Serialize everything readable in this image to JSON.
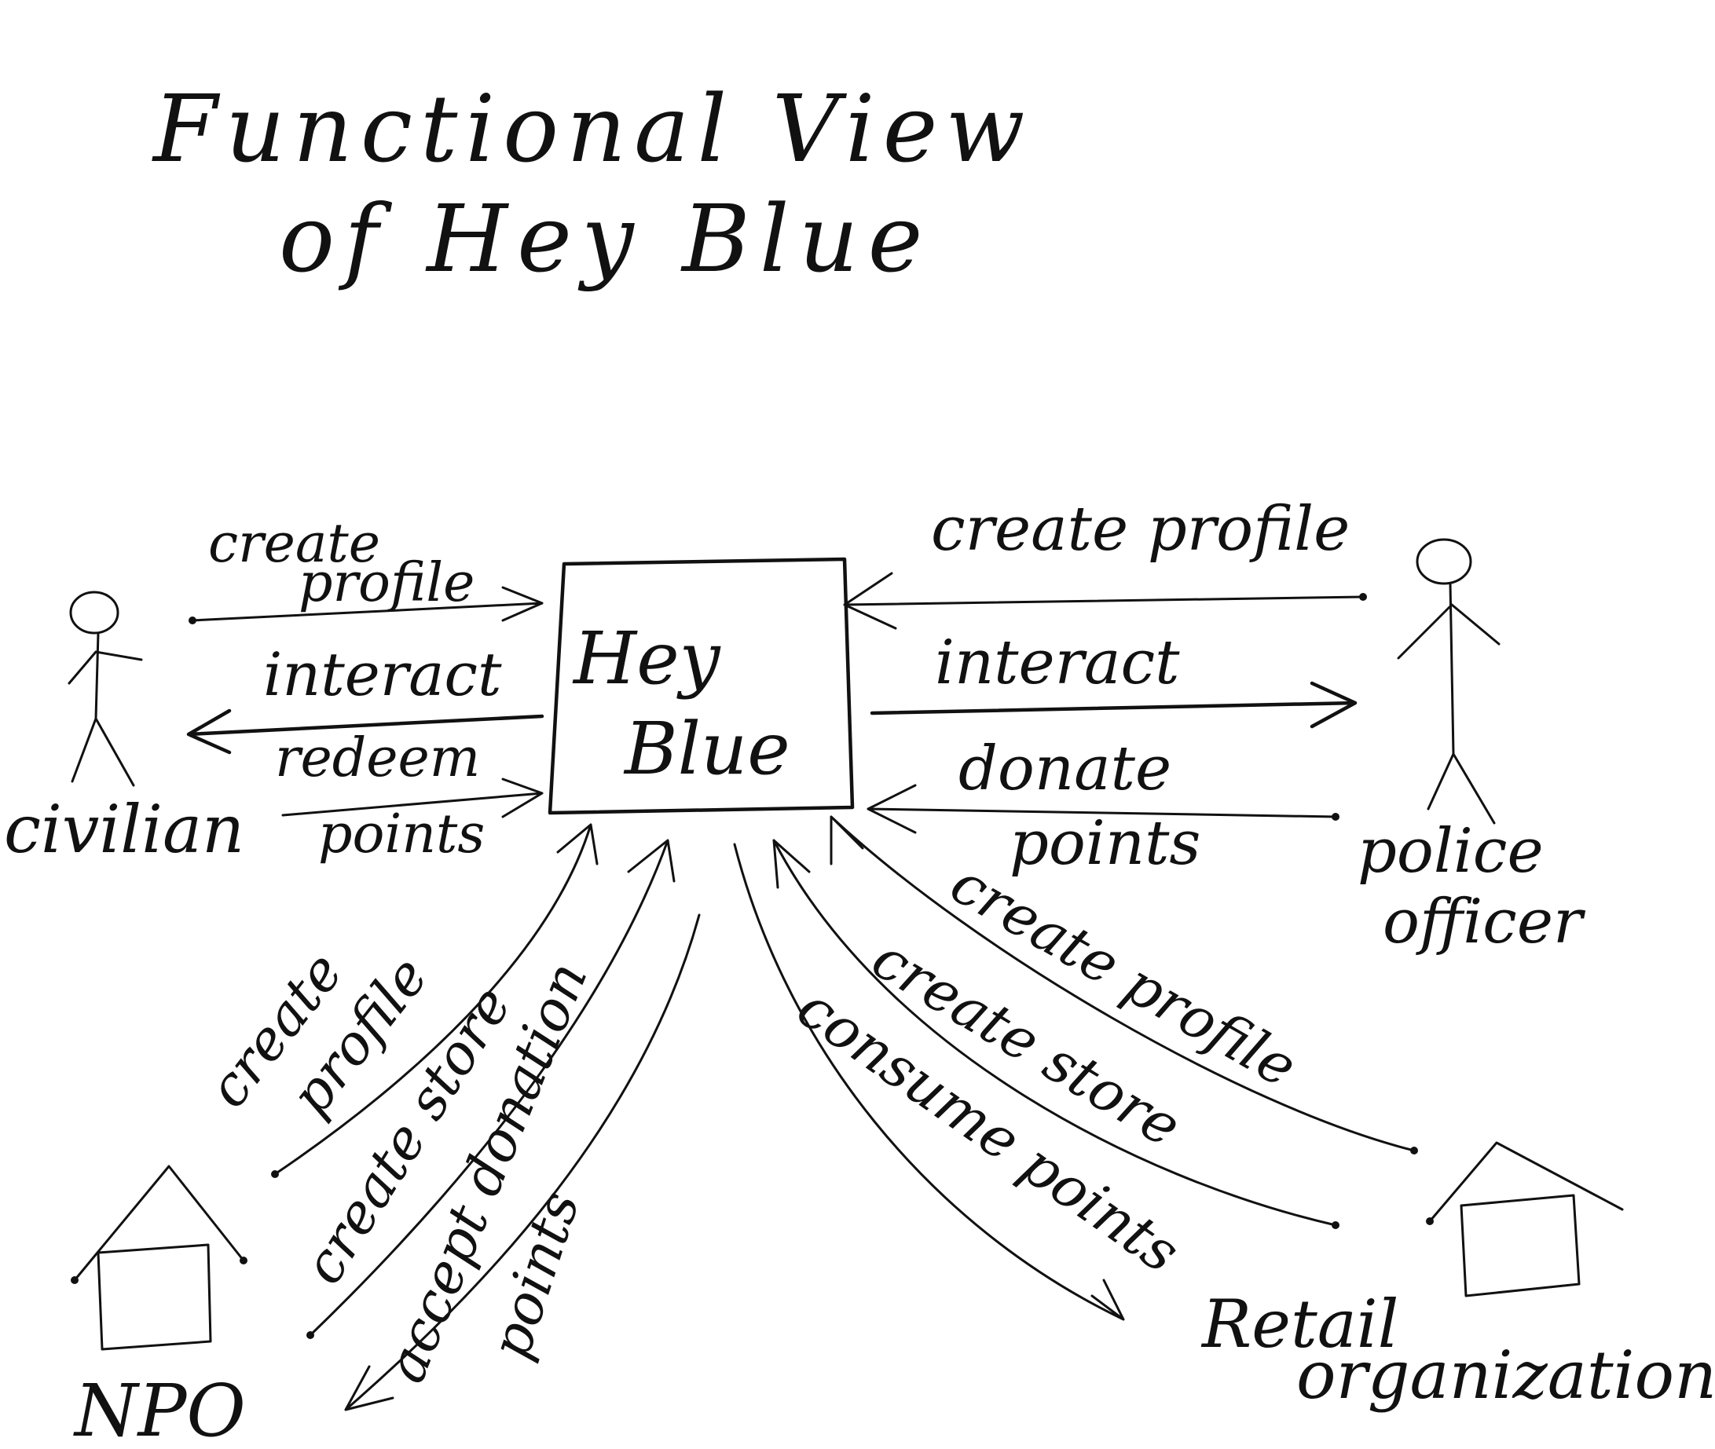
{
  "title": {
    "line1": "Functional View",
    "line2": "of Hey Blue"
  },
  "center": {
    "line1": "Hey",
    "line2": "Blue"
  },
  "actors": {
    "civilian": "civilian",
    "police_line1": "police",
    "police_line2": "officer",
    "npo": "NPO",
    "retail_line1": "Retail",
    "retail_line2": "organization"
  },
  "flows": {
    "civ_create_1": "create",
    "civ_create_2": "profile",
    "civ_interact": "interact",
    "civ_redeem_1": "redeem",
    "civ_redeem_2": "points",
    "pol_create": "create profile",
    "pol_interact": "interact",
    "pol_donate_1": "donate",
    "pol_donate_2": "points",
    "npo_create_1": "create",
    "npo_create_2": "profile",
    "npo_store": "create store",
    "npo_accept_1": "accept donation",
    "npo_accept_2": "points",
    "ret_create": "create profile",
    "ret_store": "create store",
    "ret_consume": "consume points"
  },
  "colors": {
    "ink": "#111111",
    "paper": "#ffffff"
  }
}
